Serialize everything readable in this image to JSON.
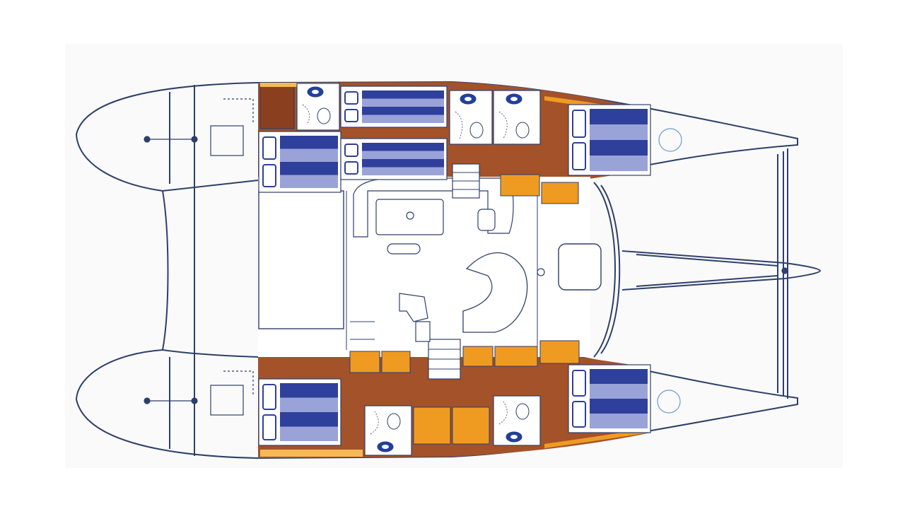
{
  "diagram": {
    "kind": "catamaran-layout",
    "labels": [],
    "colors": {
      "outline": "#2f3f6b",
      "wood": "#a3522a",
      "wood_dark": "#8a3f1e",
      "cushion": "#ef9b22",
      "cushion_light": "#f7b955",
      "berth": "#2f3f9c",
      "berth_stripe": "#9aa3d8",
      "head_fixture": "#1f3fa6",
      "floor": "#ffffff",
      "background": "#fafafa"
    },
    "cabins": [
      {
        "id": "port-aft-cabin",
        "type": "double-berth"
      },
      {
        "id": "port-mid-cabin",
        "type": "double-berth"
      },
      {
        "id": "port-forward-cabin",
        "type": "double-berth"
      },
      {
        "id": "starboard-aft-cabin",
        "type": "double-berth"
      },
      {
        "id": "starboard-forward-cabin",
        "type": "double-berth"
      }
    ],
    "heads": [
      {
        "id": "port-aft-head"
      },
      {
        "id": "port-forward-head-a"
      },
      {
        "id": "port-forward-head-b"
      },
      {
        "id": "starboard-aft-head"
      },
      {
        "id": "starboard-forward-head"
      }
    ]
  }
}
